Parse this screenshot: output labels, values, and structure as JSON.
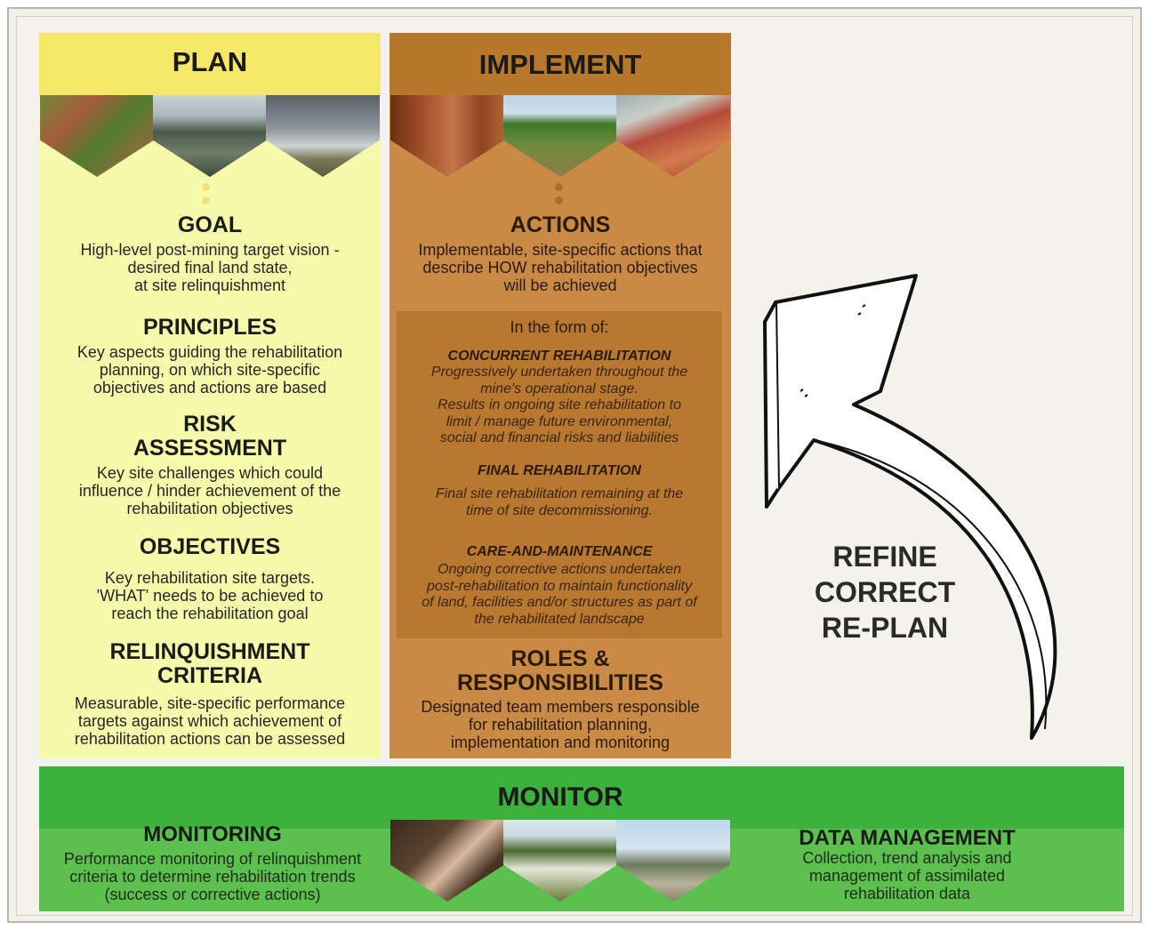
{
  "plan": {
    "title": "PLAN",
    "sections": [
      {
        "title": "GOAL",
        "body": "High-level post-mining target vision -\ndesired final land state,\nat site relinquishment"
      },
      {
        "title": "PRINCIPLES",
        "body": "Key aspects guiding the rehabilitation\nplanning, on which site-specific\nobjectives and actions are based"
      },
      {
        "title": "RISK\nASSESSMENT",
        "body": "Key site challenges which could\ninfluence / hinder achievement of the\nrehabilitation objectives"
      },
      {
        "title": "OBJECTIVES",
        "body": "Key rehabilitation site targets.\n'WHAT' needs to be achieved to\nreach the rehabilitation goal"
      },
      {
        "title": "RELINQUISHMENT\nCRITERIA",
        "body": "Measurable, site-specific performance\ntargets against which achievement of\nrehabilitation actions can be assessed"
      }
    ]
  },
  "implement": {
    "title": "IMPLEMENT",
    "actions": {
      "title": "ACTIONS",
      "body": "Implementable, site-specific actions that\ndescribe HOW rehabilitation objectives\nwill be achieved"
    },
    "form_intro": "In the form of:",
    "forms": [
      {
        "title": "CONCURRENT REHABILITATION",
        "body": "Progressively undertaken throughout the\nmine's operational stage.\nResults in ongoing site rehabilitation to\nlimit / manage future environmental,\nsocial and financial risks and liabilities"
      },
      {
        "title": "FINAL REHABILITATION",
        "body": "Final site rehabilitation remaining at the\ntime of site decommissioning."
      },
      {
        "title": "CARE-AND-MAINTENANCE",
        "body": "Ongoing corrective actions undertaken\npost-rehabilitation to maintain functionality\nof land, facilities and/or structures as part of\nthe rehabilitated landscape"
      }
    ],
    "roles": {
      "title": "ROLES &\nRESPONSIBILITIES",
      "body": "Designated team members responsible\nfor rehabilitation planning,\nimplementation and monitoring"
    }
  },
  "monitor": {
    "title": "MONITOR",
    "monitoring": {
      "title": "MONITORING",
      "body": "Performance monitoring of relinquishment\ncriteria to determine rehabilitation trends\n(success or corrective actions)"
    },
    "data": {
      "title": "DATA MANAGEMENT",
      "body": "Collection, trend analysis and\nmanagement of assimilated\nrehabilitation data"
    }
  },
  "refine": {
    "lines": [
      "REFINE",
      "CORRECT",
      "RE-PLAN"
    ]
  },
  "colors": {
    "plan_bg": "#f6fbab",
    "plan_header": "#f5e768",
    "implement_bg": "#c88a44",
    "implement_header": "#b8782c",
    "monitor_bg": "#5bc04d",
    "monitor_band": "#3cb13b"
  },
  "icons": [
    "loop-arrow-icon"
  ]
}
